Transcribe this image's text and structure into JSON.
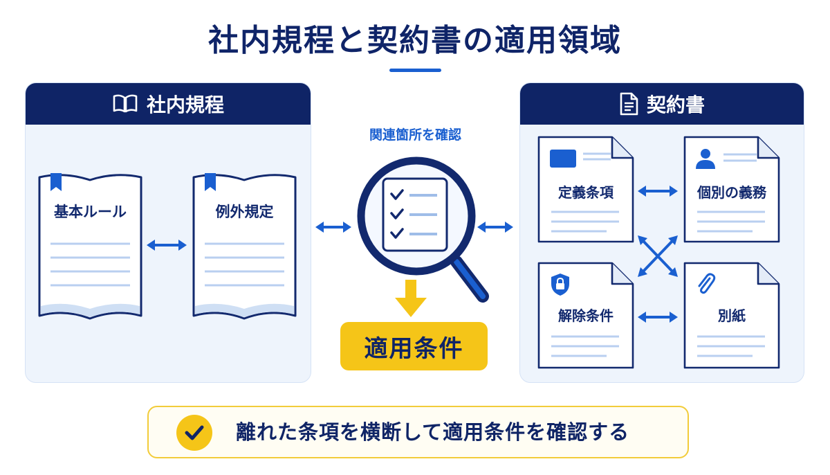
{
  "title": "社内規程と契約書の適用領域",
  "left_panel": {
    "header": "社内規程",
    "header_icon": "open-book-icon",
    "books": [
      {
        "label": "基本ルール"
      },
      {
        "label": "例外規定"
      }
    ]
  },
  "center": {
    "caption": "関連箇所を確認",
    "icon": "magnifier-checklist-icon",
    "result": "適用条件"
  },
  "right_panel": {
    "header": "契約書",
    "header_icon": "document-icon",
    "docs": [
      {
        "label": "定義条項",
        "icon": "card-icon"
      },
      {
        "label": "個別の義務",
        "icon": "person-icon"
      },
      {
        "label": "解除条件",
        "icon": "shield-lock-icon"
      },
      {
        "label": "別紙",
        "icon": "paperclip-icon"
      }
    ]
  },
  "footer": {
    "text": "離れた条項を横断して適用条件を確認する",
    "icon": "check-circle-icon"
  },
  "colors": {
    "navy": "#0f2466",
    "blue": "#1a5fd0",
    "yellow": "#f5c518",
    "panel_bg": "#eef4fc"
  }
}
